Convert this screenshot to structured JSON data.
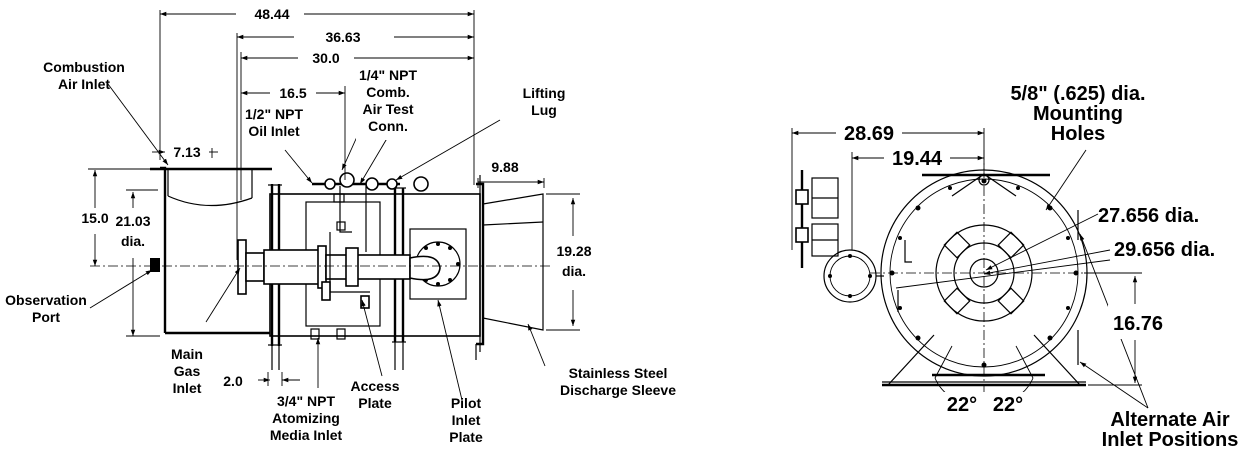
{
  "side_view": {
    "dim_overall": "48.44",
    "dim_36": "36.63",
    "dim_30": "30.0",
    "dim_16": "16.5",
    "dim_7": "7.13",
    "dim_15": "15.0",
    "dim_21": "21.03",
    "dim_21_unit": "dia.",
    "dim_9": "9.88",
    "dim_19": "19.28",
    "dim_19_unit": "dia.",
    "dim_2": "2.0",
    "combustion_air": [
      "Combustion",
      "Air Inlet"
    ],
    "oil_inlet": [
      "1/2\" NPT",
      "Oil Inlet"
    ],
    "air_test": [
      "1/4\" NPT",
      "Comb.",
      "Air Test",
      "Conn."
    ],
    "lifting_lug": [
      "Lifting",
      "Lug"
    ],
    "observation_port": [
      "Observation",
      "Port"
    ],
    "main_gas": [
      "Main",
      "Gas",
      "Inlet"
    ],
    "atomizing": [
      "3/4\" NPT",
      "Atomizing",
      "Media Inlet"
    ],
    "access_plate": [
      "Access",
      "Plate"
    ],
    "pilot_plate": [
      "Pilot",
      "Inlet",
      "Plate"
    ],
    "discharge": [
      "Stainless Steel",
      "Discharge Sleeve"
    ]
  },
  "end_view": {
    "dim_28": "28.69",
    "dim_19": "19.44",
    "mounting_holes": [
      "5/8\" (.625) dia.",
      "Mounting",
      "Holes"
    ],
    "dia_27": "27.656 dia.",
    "dia_29": "29.656 dia.",
    "dim_16": "16.76",
    "angle_left": "22°",
    "angle_right": "22°",
    "alternate": [
      "Alternate Air",
      "Inlet Positions"
    ]
  }
}
